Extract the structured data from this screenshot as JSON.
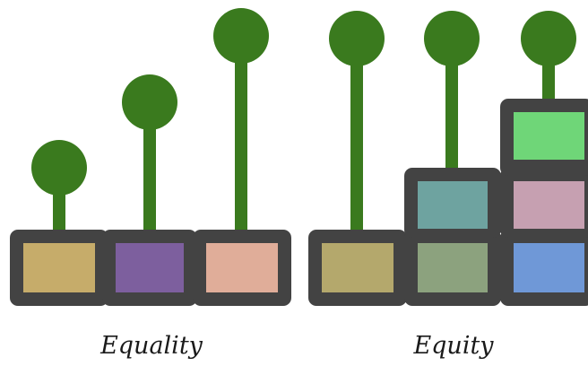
{
  "captions": {
    "equality": "Equality",
    "equity": "Equity"
  },
  "colors": {
    "stem": "#3a7a1e",
    "box_frame": "#434343",
    "background": "#ffffff",
    "text": "#1a1a1a"
  },
  "panels": [
    {
      "id": "equality",
      "figures": [
        {
          "box_fill": "#c6ac6a",
          "box_count": 1
        },
        {
          "box_fill": "#7d5f9e",
          "box_count": 1
        },
        {
          "box_fill": "#e0ad99",
          "box_count": 1
        }
      ]
    },
    {
      "id": "equity",
      "figures": [
        {
          "box_fills": [
            "#b4a86c"
          ],
          "box_count": 1
        },
        {
          "box_fills": [
            "#8ca27e",
            "#6ea3a0"
          ],
          "box_count": 2
        },
        {
          "box_fills": [
            "#6f98d7",
            "#c6a0b1",
            "#6fd678"
          ],
          "box_count": 3
        }
      ]
    }
  ]
}
